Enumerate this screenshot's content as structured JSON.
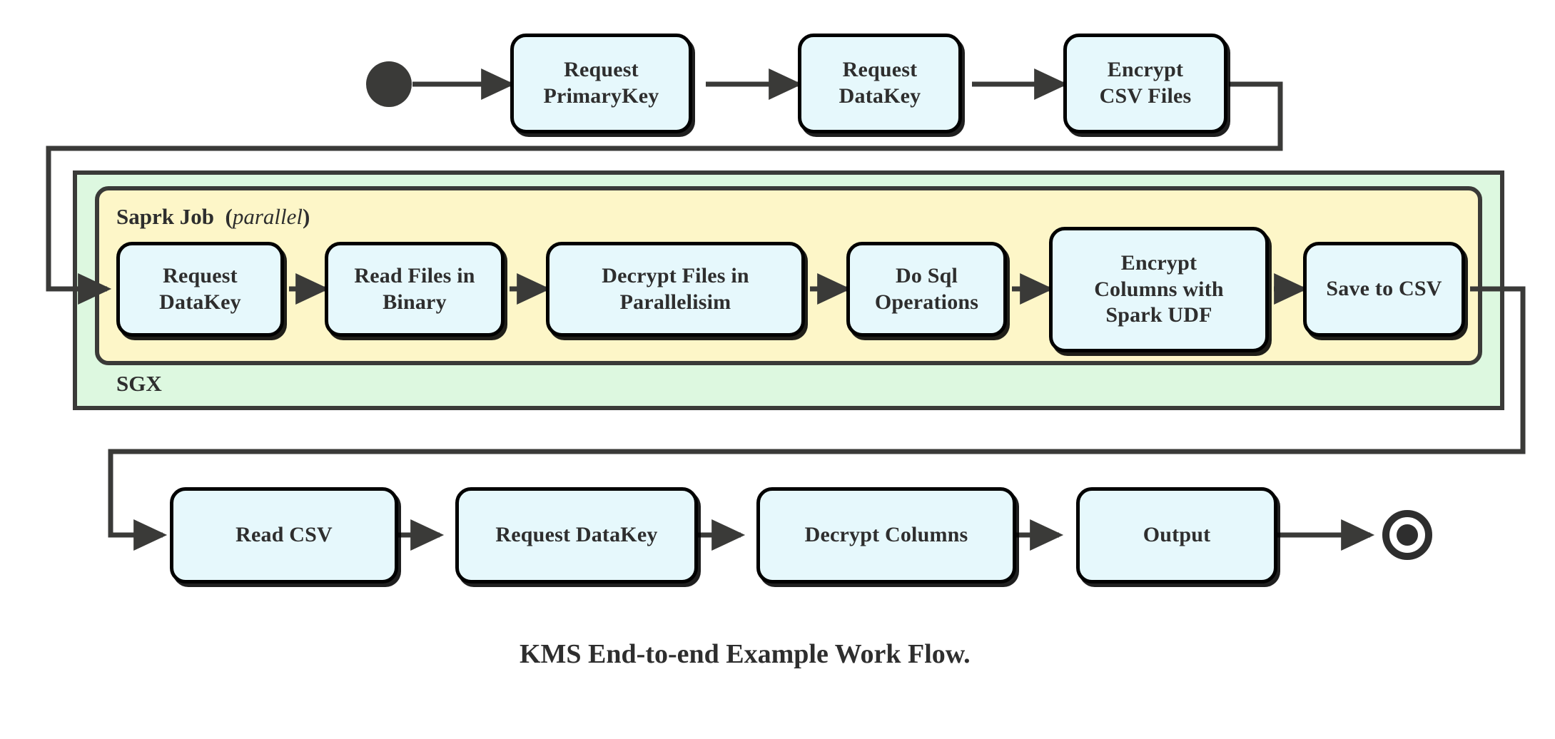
{
  "diagram": {
    "caption": "KMS End-to-end Example Work Flow.",
    "colors": {
      "node_fill": "#e6f8fc",
      "node_stroke": "#000000",
      "sgx_fill": "#ddf8e0",
      "spark_fill": "#fdf6c8",
      "container_stroke": "#3a3a38",
      "line": "#3a3a38",
      "text": "#2e2e2e",
      "start_node": "#3a3a38",
      "end_node": "#2e2e2e"
    },
    "containers": [
      {
        "name": "sgx",
        "label": "SGX",
        "fill": "#ddf8e0"
      },
      {
        "name": "spark-job",
        "label": "Saprk Job",
        "modifier": "parallel",
        "fill": "#fdf6c8"
      }
    ],
    "markers": {
      "start": "filled-circle",
      "end": "bullseye-circle"
    },
    "rows": [
      {
        "name": "top-row",
        "nodes": [
          {
            "id": "request-primarykey",
            "lines": [
              "Request",
              "PrimaryKey"
            ]
          },
          {
            "id": "request-datakey-top",
            "lines": [
              "Request",
              "DataKey"
            ]
          },
          {
            "id": "encrypt-csv-files",
            "lines": [
              "Encrypt",
              "CSV Files"
            ]
          }
        ]
      },
      {
        "name": "spark-row",
        "nodes": [
          {
            "id": "request-datakey-spark",
            "lines": [
              "Request",
              "DataKey"
            ]
          },
          {
            "id": "read-files-in-binary",
            "lines": [
              "Read Files in",
              "Binary"
            ]
          },
          {
            "id": "decrypt-files-in-parallelisim",
            "lines": [
              "Decrypt Files in",
              "Parallelisim"
            ]
          },
          {
            "id": "do-sql-operations",
            "lines": [
              "Do Sql",
              "Operations"
            ]
          },
          {
            "id": "encrypt-columns-with-spark-udf",
            "lines": [
              "Encrypt",
              "Columns with",
              "Spark UDF"
            ]
          },
          {
            "id": "save-to-csv",
            "lines": [
              "Save to CSV"
            ]
          }
        ]
      },
      {
        "name": "bottom-row",
        "nodes": [
          {
            "id": "read-csv",
            "lines": [
              "Read CSV"
            ]
          },
          {
            "id": "request-datakey-bottom",
            "lines": [
              "Request DataKey"
            ]
          },
          {
            "id": "decrypt-columns",
            "lines": [
              "Decrypt Columns"
            ]
          },
          {
            "id": "output",
            "lines": [
              "Output"
            ]
          }
        ]
      }
    ],
    "flow": [
      "start -> Request PrimaryKey",
      "Request PrimaryKey -> Request DataKey",
      "Request DataKey -> Encrypt CSV Files",
      "Encrypt CSV Files -> Request DataKey (Spark Job)",
      "Request DataKey -> Read Files in Binary",
      "Read Files in Binary -> Decrypt Files in Parallelisim",
      "Decrypt Files in Parallelisim -> Do Sql Operations",
      "Do Sql Operations -> Encrypt Columns with Spark UDF",
      "Encrypt Columns with Spark UDF -> Save to CSV",
      "Save to CSV -> Read CSV",
      "Read CSV -> Request DataKey",
      "Request DataKey -> Decrypt Columns",
      "Decrypt Columns -> Output",
      "Output -> end"
    ]
  }
}
